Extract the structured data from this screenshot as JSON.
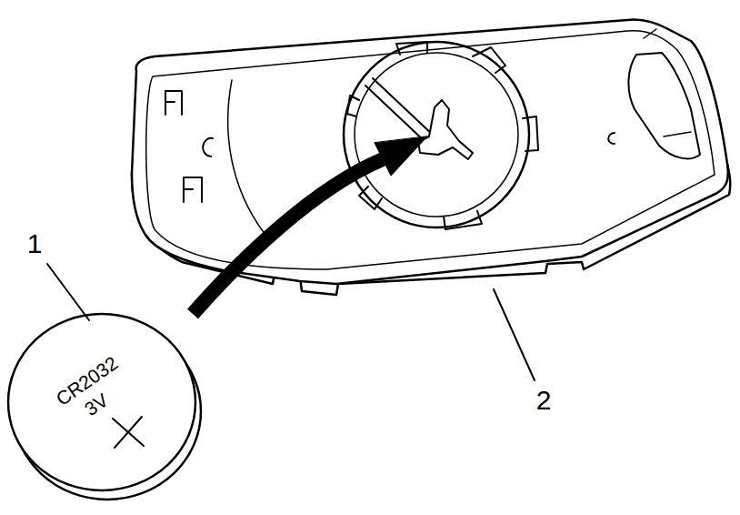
{
  "diagram": {
    "labels": [
      "1",
      "2",
      "CR2032",
      "3V"
    ]
  }
}
